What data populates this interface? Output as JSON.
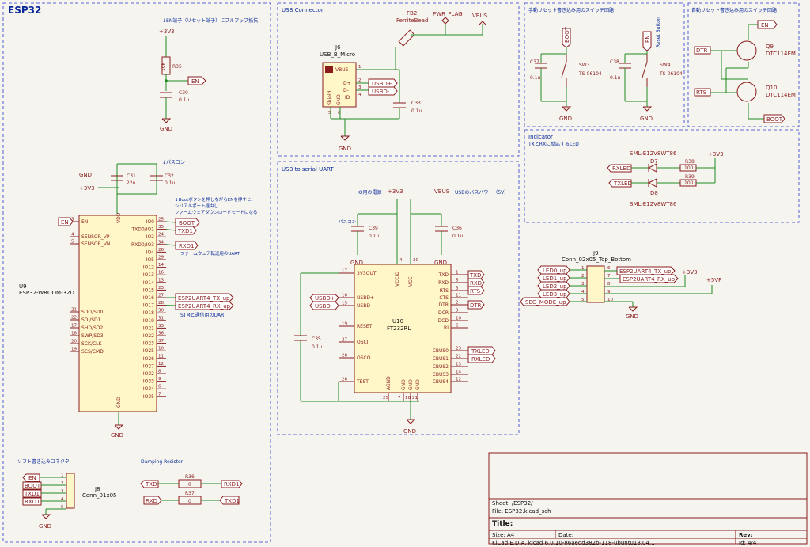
{
  "sections": {
    "esp32": "ESP32",
    "usb_connector": "USB Connector",
    "manual_write": "手動リセット書き込み用のスイッチ回路",
    "auto_write": "自動リセット書き込み用のスイッチ回路",
    "indicator": "Indicator",
    "indicator_sub": "TXとRXに反応するLED",
    "usb_serial": "USB to serial UART",
    "soft_write": "ソフト書き込みコネクタ",
    "damping": "Damping Resistor",
    "reset_button": "Reset Button"
  },
  "notes": {
    "en_pullup": "↓EN端子（リセット端子）にプルアップ抵抗",
    "bypass1": "↓パスコン",
    "boot_note1": "↓Bootボタンを押しながらENを押すと、",
    "boot_note2": "シリアルポート経由し",
    "boot_note3": "ファームウェアダウンロードモードになる",
    "firmware_uart": "ファームウェア転送用のUART",
    "stm_uart": "STMと通信用のUART",
    "io_power": "IO用の電源",
    "usb_bus_power": "USBのバスパワー（5V）",
    "bypass2": "パスコン"
  },
  "power": {
    "v33": "+3V3",
    "gnd": "GND",
    "vbus": "VBUS",
    "pwr_flag": "PWR_FLAG",
    "v5": "+5VP"
  },
  "components": {
    "r35": {
      "ref": "R35",
      "value": "10k"
    },
    "c30": {
      "ref": "C30",
      "value": "0.1u"
    },
    "c31": {
      "ref": "C31",
      "value": "22u"
    },
    "c32": {
      "ref": "C32",
      "value": "0.1u"
    },
    "u9": {
      "ref": "U9",
      "value": "ESP32-WROOM-32D",
      "vdd": "VDD",
      "gnd": "GND"
    },
    "j6": {
      "ref": "J6",
      "value": "USB_B_Micro",
      "vbus": "VBUS",
      "dp": "D+",
      "dm": "D-",
      "id": "ID",
      "shield": "Shield",
      "gnd": "GND"
    },
    "fb2": {
      "ref": "FB2",
      "value": "FerriteBead"
    },
    "c33": {
      "ref": "C33",
      "value": "0.1u"
    },
    "c37": {
      "ref": "C37",
      "value": "0.1u"
    },
    "sw3": {
      "ref": "SW3",
      "value": "TS-06104"
    },
    "c38": {
      "ref": "C38",
      "value": "0.1u"
    },
    "sw4": {
      "ref": "SW4",
      "value": "TS-06104"
    },
    "q9": {
      "ref": "Q9",
      "value": "DTC114EM"
    },
    "q10": {
      "ref": "Q10",
      "value": "DTC114EM"
    },
    "d7": {
      "ref": "D7",
      "value": "SML-E12V8WT86"
    },
    "d8": {
      "ref": "D8",
      "value": "SML-E12V8WT86"
    },
    "r38": {
      "ref": "R38",
      "value": "100"
    },
    "r39": {
      "ref": "R39",
      "value": "100"
    },
    "c39": {
      "ref": "C39",
      "value": "0.1u"
    },
    "c36": {
      "ref": "C36",
      "value": "0.1u"
    },
    "c35": {
      "ref": "C35",
      "value": "0.1u"
    },
    "u10": {
      "ref": "U10",
      "value": "FT232RL"
    },
    "j9": {
      "ref": "J9",
      "value": "Conn_02x05_Top_Bottom"
    },
    "j8": {
      "ref": "J8",
      "value": "Conn_01x05"
    },
    "r36": {
      "ref": "R36",
      "value": "0"
    },
    "r37": {
      "ref": "R37",
      "value": "0"
    }
  },
  "esp32_pins_left": [
    {
      "num": "3",
      "name": "EN"
    },
    {
      "num": "4",
      "name": "SENSOR_VP"
    },
    {
      "num": "5",
      "name": "SENSOR_VN"
    },
    {
      "num": "21",
      "name": "SDO/SD0"
    },
    {
      "num": "22",
      "name": "SDI/SD1"
    },
    {
      "num": "17",
      "name": "SHD/SD2"
    },
    {
      "num": "18",
      "name": "SWP/SD3"
    },
    {
      "num": "20",
      "name": "SCK/CLK"
    },
    {
      "num": "19",
      "name": "SCS/CMD"
    }
  ],
  "esp32_pins_right": [
    {
      "num": "25",
      "name": "IO0"
    },
    {
      "num": "35",
      "name": "TXD0/IO1"
    },
    {
      "num": "24",
      "name": "IO2"
    },
    {
      "num": "34",
      "name": "RXD0/IO3"
    },
    {
      "num": "26",
      "name": "IO4"
    },
    {
      "num": "29",
      "name": "IO5"
    },
    {
      "num": "14",
      "name": "IO12"
    },
    {
      "num": "16",
      "name": "IO13"
    },
    {
      "num": "13",
      "name": "IO14"
    },
    {
      "num": "23",
      "name": "IO15"
    },
    {
      "num": "27",
      "name": "IO16"
    },
    {
      "num": "28",
      "name": "IO17"
    },
    {
      "num": "30",
      "name": "IO18"
    },
    {
      "num": "31",
      "name": "IO19"
    },
    {
      "num": "33",
      "name": "IO21"
    },
    {
      "num": "36",
      "name": "IO22"
    },
    {
      "num": "37",
      "name": "IO23"
    },
    {
      "num": "10",
      "name": "IO25"
    },
    {
      "num": "11",
      "name": "IO26"
    },
    {
      "num": "12",
      "name": "IO27"
    },
    {
      "num": "8",
      "name": "IO32"
    },
    {
      "num": "9",
      "name": "IO33"
    },
    {
      "num": "6",
      "name": "IO34"
    },
    {
      "num": "7",
      "name": "IO35"
    }
  ],
  "ft232_left": [
    {
      "num": "17",
      "name": "3V3OUT"
    },
    {
      "num": "16",
      "name": "USBD+"
    },
    {
      "num": "15",
      "name": "USBD-"
    },
    {
      "num": "19",
      "name": "RESET"
    },
    {
      "num": "27",
      "name": "OSCI"
    },
    {
      "num": "28",
      "name": "OSCO"
    },
    {
      "num": "26",
      "name": "TEST"
    }
  ],
  "ft232_right": [
    {
      "num": "1",
      "name": "TXD"
    },
    {
      "num": "5",
      "name": "RXD"
    },
    {
      "num": "3",
      "name": "RTS"
    },
    {
      "num": "11",
      "name": "CTS"
    },
    {
      "num": "2",
      "name": "DTR"
    },
    {
      "num": "9",
      "name": "DCR"
    },
    {
      "num": "10",
      "name": "DCD"
    },
    {
      "num": "6",
      "name": "RI"
    },
    {
      "num": "23",
      "name": "CBUS0"
    },
    {
      "num": "22",
      "name": "CBUS1"
    },
    {
      "num": "13",
      "name": "CBUS2"
    },
    {
      "num": "14",
      "name": "CBUS3"
    },
    {
      "num": "12",
      "name": "CBUS4"
    }
  ],
  "ft232_top": [
    {
      "num": "4",
      "name": "VCCIO"
    },
    {
      "num": "20",
      "name": "VCC"
    }
  ],
  "ft232_bottom": [
    {
      "num": "25",
      "name": "AGND"
    },
    {
      "num": "7",
      "name": "GND"
    },
    {
      "num": "18",
      "name": "GND"
    },
    {
      "num": "21",
      "name": "GND"
    }
  ],
  "labels": {
    "en": "EN",
    "boot": "BOOT",
    "txd1": "TXD1",
    "rxd1": "RXD1",
    "esp_uart_tx": "ESP2UART4_TX_up",
    "esp_uart_rx": "ESP2UART4_RX_up",
    "usbd_p": "USBD+",
    "usbd_m": "USBD-",
    "txd": "TXD",
    "rxd": "RXD",
    "rts": "RTS",
    "dtr": "DTR",
    "txled": "TXLED",
    "rxled": "RXLED",
    "led0": "LED0_up",
    "led1": "LED1_up",
    "led2": "LED2_up",
    "led3": "LED3_up",
    "seg_mode": "SEG_MODE_up"
  },
  "j9_pins": [
    "1",
    "2",
    "3",
    "4",
    "5",
    "6",
    "7",
    "8",
    "9",
    "10"
  ],
  "j8_pins": [
    "1",
    "2",
    "3",
    "4",
    "5"
  ],
  "j6_pins": [
    "1",
    "2",
    "3",
    "4",
    "5",
    "6"
  ],
  "title_block": {
    "sheet": "Sheet: /ESP32/",
    "file": "File: ESP32.kicad_sch",
    "title": "Title:",
    "size": "Size: A4",
    "date": "Date:",
    "rev": "Rev:",
    "tool": "KiCad E.D.A.  kicad 6.0.10-86aedd382b-118-ubuntu18.04.1",
    "id": "Id: 4/4"
  }
}
